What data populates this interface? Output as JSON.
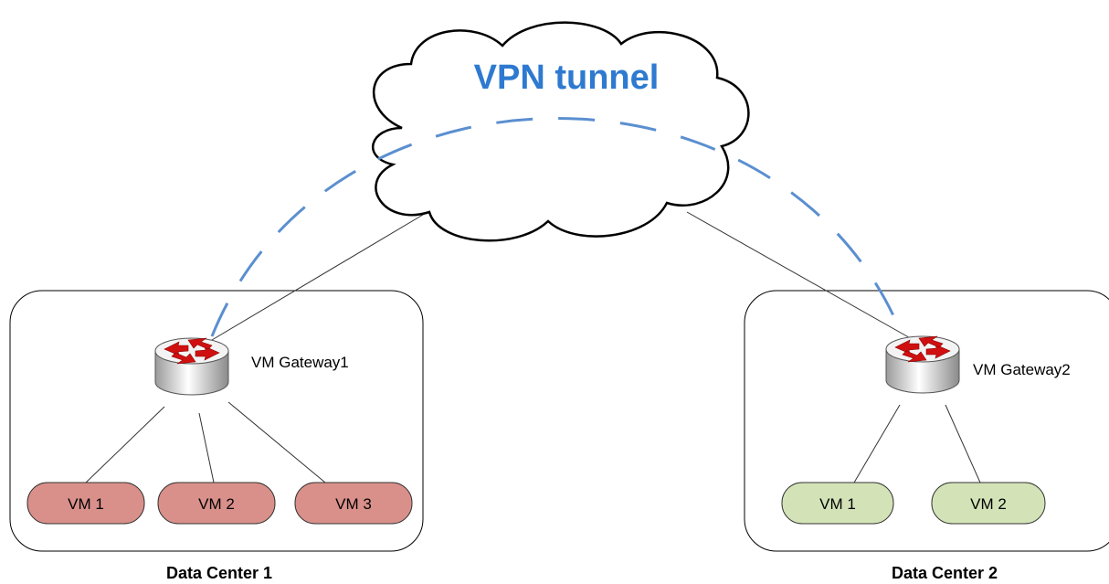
{
  "cloud": {
    "label": "VPN tunnel",
    "label_color": "#2e7ad0",
    "tunnel_color": "#5b8fd0"
  },
  "data_centers": [
    {
      "label": "Data Center 1",
      "gateway": {
        "label": "VM Gateway1",
        "icon": "router-icon"
      },
      "vms": [
        {
          "label": "VM 1",
          "color": "#d9908a"
        },
        {
          "label": "VM 2",
          "color": "#d9908a"
        },
        {
          "label": "VM 3",
          "color": "#d9908a"
        }
      ]
    },
    {
      "label": "Data Center 2",
      "gateway": {
        "label": "VM Gateway2",
        "icon": "router-icon"
      },
      "vms": [
        {
          "label": "VM 1",
          "color": "#d3e3b7"
        },
        {
          "label": "VM 2",
          "color": "#d3e3b7"
        }
      ]
    }
  ]
}
